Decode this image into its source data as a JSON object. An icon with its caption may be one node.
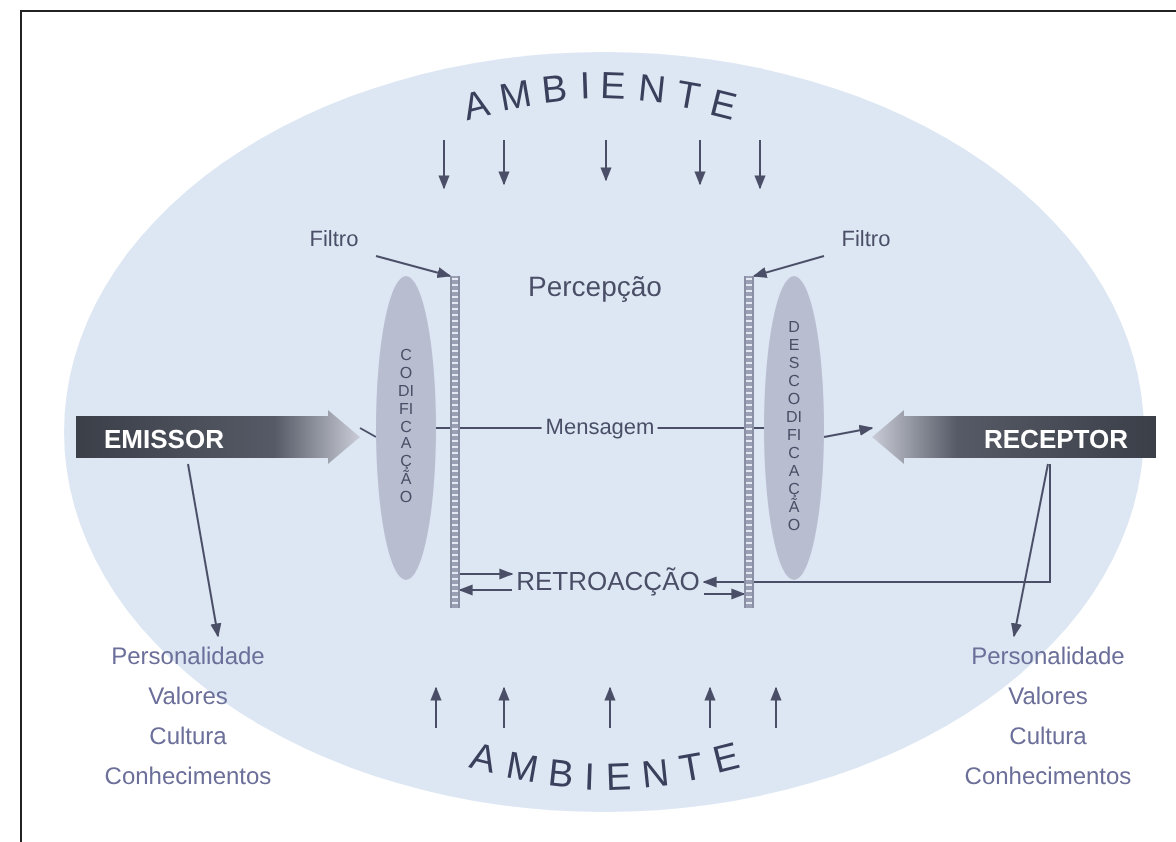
{
  "diagram": {
    "nodes": [
      {
        "text": [
          "AMBIENTE"
        ]
      },
      {
        "text": [
          "Filtro"
        ]
      },
      {
        "text": [
          "Filtro"
        ]
      },
      {
        "text": [
          "EMISSOR"
        ]
      },
      {
        "text": [
          "CODIFICAÇÃO"
        ]
      },
      {
        "text": [],
        "shape": "bar"
      },
      {
        "text": [],
        "shape": "bar"
      },
      {
        "text": [
          "DESCODIFICAÇÃO"
        ]
      },
      {
        "text": [
          "RECEPTOR"
        ]
      },
      {
        "text": [
          "RETROACÇÃO"
        ]
      },
      {
        "text": [
          "Personalidade",
          "Valores",
          "Cultura",
          "Conhecimentos"
        ]
      },
      {
        "text": [
          "Personalidade",
          "Valores",
          "Cultura",
          "Conhecimentos"
        ]
      },
      {
        "text": [
          "AMBIENTE"
        ]
      }
    ],
    "edges": [
      {
        "from": 0,
        "to": null,
        "arrow": "to"
      },
      {
        "from": 0,
        "to": null,
        "arrow": "to"
      },
      {
        "from": 0,
        "to": null,
        "arrow": "to"
      },
      {
        "from": 0,
        "to": null,
        "arrow": "to"
      },
      {
        "from": 0,
        "to": null,
        "arrow": "to"
      },
      {
        "from": 12,
        "to": null,
        "arrow": "to"
      },
      {
        "from": 12,
        "to": null,
        "arrow": "to"
      },
      {
        "from": 12,
        "to": null,
        "arrow": "to"
      },
      {
        "from": 12,
        "to": null,
        "arrow": "to"
      },
      {
        "from": 12,
        "to": null,
        "arrow": "to"
      },
      {
        "from": 1,
        "to": 5,
        "arrow": "to"
      },
      {
        "from": 2,
        "to": 6,
        "arrow": "to"
      },
      {
        "from": 3,
        "to": 4,
        "arrow": "none"
      },
      {
        "from": 4,
        "to": 7,
        "arrow": "none",
        "label": "Mensagem"
      },
      {
        "from": 7,
        "to": 8,
        "arrow": "to"
      },
      {
        "from": 3,
        "to": 10,
        "arrow": "to"
      },
      {
        "from": 8,
        "to": 11,
        "arrow": "to"
      },
      {
        "from": 8,
        "to": 9,
        "arrow": "to"
      },
      {
        "from": 5,
        "to": 9,
        "arrow": "to"
      },
      {
        "from": 9,
        "to": 5,
        "arrow": "to"
      },
      {
        "from": 9,
        "to": 6,
        "arrow": "to"
      }
    ],
    "labels": [
      "Percepção"
    ]
  }
}
